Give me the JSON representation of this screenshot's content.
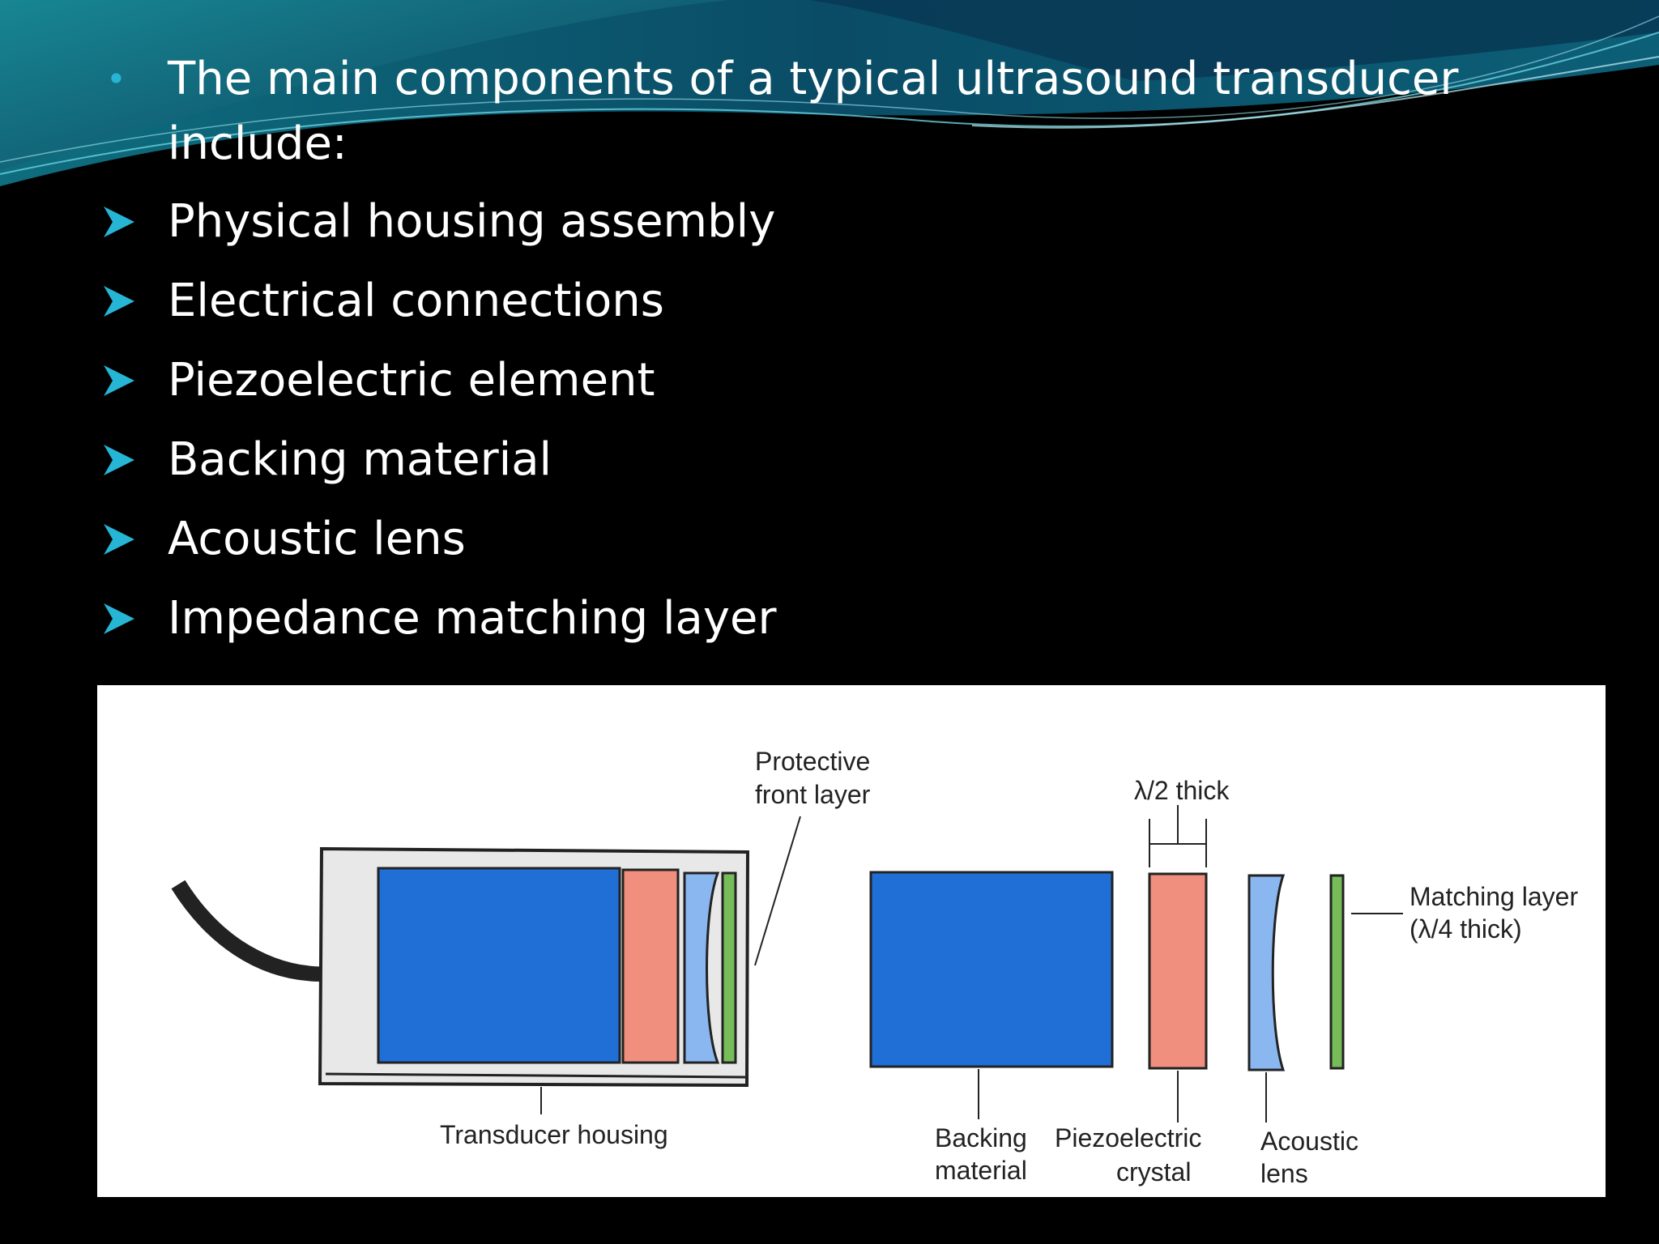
{
  "slide": {
    "lead": "The main components of a typical ultrasound transducer include:",
    "items": [
      "Physical housing assembly",
      "Electrical connections",
      "Piezoelectric element",
      "Backing material",
      "Acoustic lens",
      "Impedance matching layer"
    ],
    "bullet_color": "#27b5d6"
  },
  "diagram": {
    "protective_1": "Protective",
    "protective_2": "front layer",
    "thick_half": "λ/2 thick",
    "matching_1": "Matching layer",
    "matching_2": "(λ/4 thick)",
    "housing": "Transducer housing",
    "backing_1": "Backing",
    "backing_2": "material",
    "piezo_1": "Piezoelectric",
    "piezo_2": "crystal",
    "lens_1": "Acoustic",
    "lens_2": "lens",
    "colors": {
      "backing": "#1f6fd6",
      "piezo": "#f08f7d",
      "lens": "#8ab7f0",
      "matching": "#76bd5a"
    }
  }
}
